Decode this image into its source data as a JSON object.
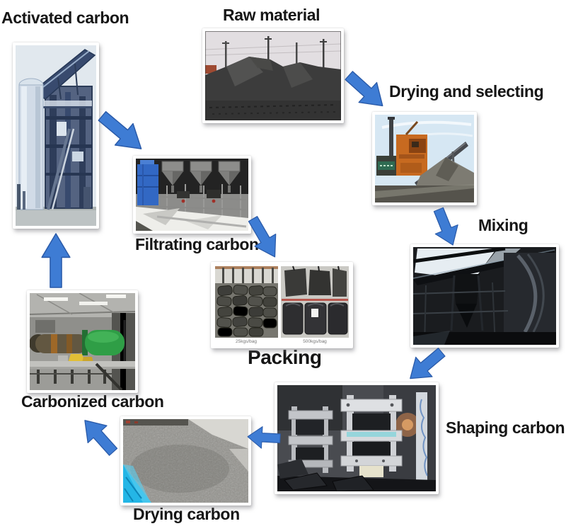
{
  "diagram": {
    "labels": {
      "activated": "Activated carbon",
      "raw": "Raw material",
      "drying_selecting": "Drying and selecting",
      "mixing": "Mixing",
      "shaping": "Shaping carbon",
      "drying_carbon": "Drying carbon",
      "carbonized": "Carbonized carbon",
      "filtrating": "Filtrating carbon",
      "packing": "Packing"
    },
    "packing_captions": {
      "left": "25kgs/bag",
      "right": "500kgs/bag"
    },
    "colors": {
      "arrow_fill": "#3e7cd4",
      "arrow_stroke": "#2a5aa8",
      "label_text": "#161616",
      "tarp_cyan": "#24b6e6",
      "kiln_green": "#2f9e46"
    },
    "flow": [
      {
        "from": "raw",
        "to": "drying_selecting"
      },
      {
        "from": "drying_selecting",
        "to": "mixing"
      },
      {
        "from": "mixing",
        "to": "shaping"
      },
      {
        "from": "shaping",
        "to": "drying_carbon"
      },
      {
        "from": "drying_carbon",
        "to": "carbonized"
      },
      {
        "from": "carbonized",
        "to": "activated"
      },
      {
        "from": "activated",
        "to": "filtrating"
      },
      {
        "from": "filtrating",
        "to": "packing"
      }
    ]
  }
}
